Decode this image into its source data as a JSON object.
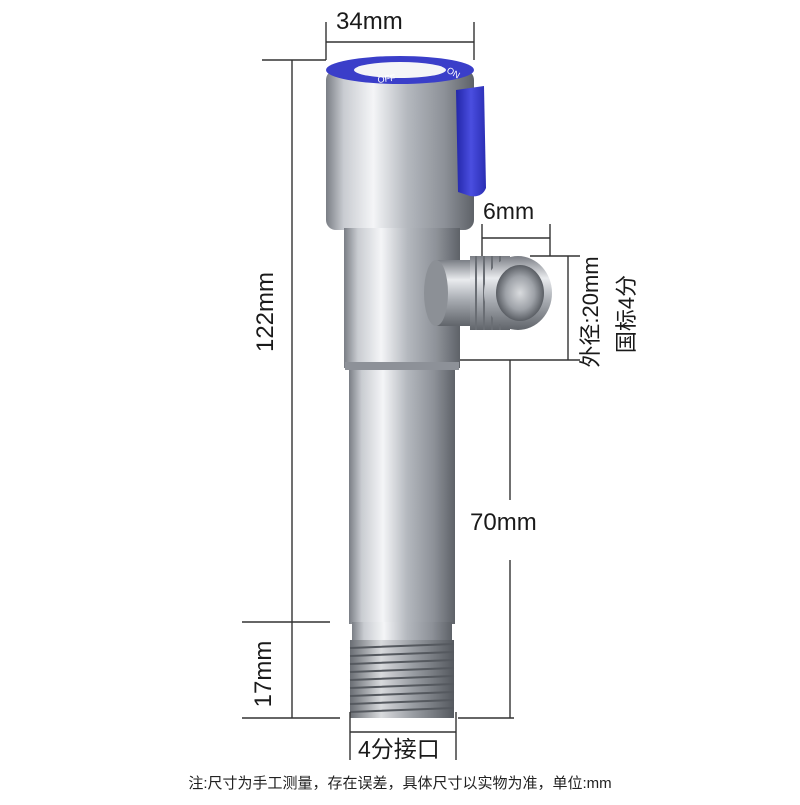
{
  "dimensions": {
    "width_top": "34mm",
    "outlet_length": "6mm",
    "total_height": "122mm",
    "thread_height": "17mm",
    "body_length": "70mm",
    "outer_diameter": "外径:20mm",
    "standard": "国标4分",
    "inlet": "4分接口"
  },
  "handle_labels": {
    "off": "OFF",
    "on": "ON"
  },
  "note": "注:尺寸为手工测量，存在误差，具体尺寸以实物为准，单位:mm",
  "colors": {
    "steel_light": "#f2f3f5",
    "steel_mid": "#b9bcc2",
    "steel_dark": "#6e7278",
    "handle_blue": "#3a3ec9",
    "dimension_line": "#333333"
  }
}
